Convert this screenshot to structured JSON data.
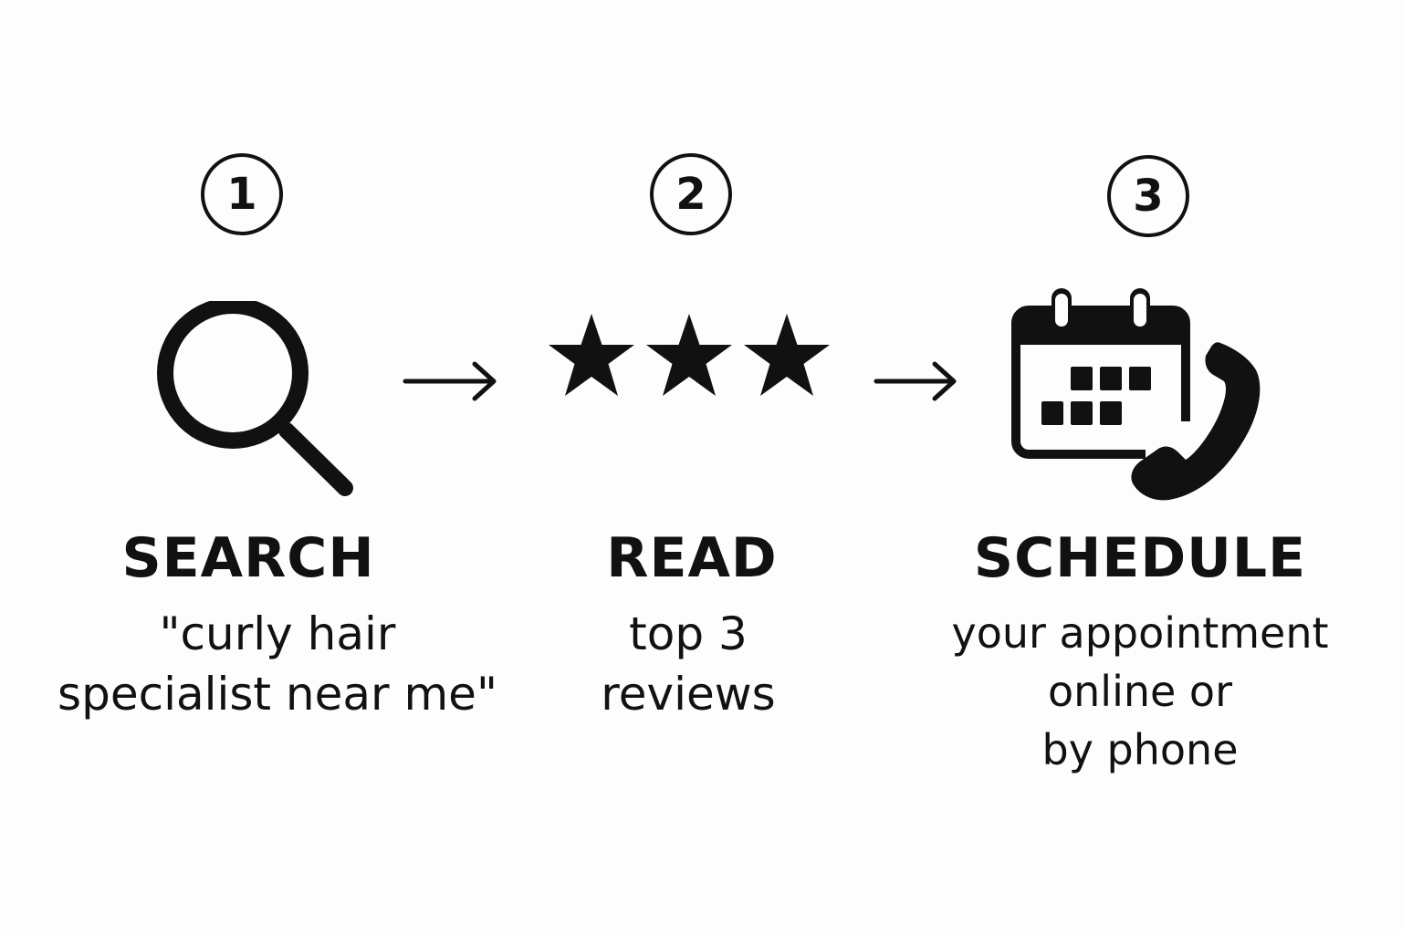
{
  "steps": [
    {
      "number": "1",
      "title": "SEARCH",
      "lines": [
        "\"curly hair",
        "specialist near me\""
      ],
      "icon": "search-icon"
    },
    {
      "number": "2",
      "title": "READ",
      "lines": [
        "top 3",
        "reviews"
      ],
      "icon": "star-icon"
    },
    {
      "number": "3",
      "title": "SCHEDULE",
      "lines": [
        "your appointment",
        "online or",
        "by phone"
      ],
      "icon": "calendar-phone-icon"
    }
  ],
  "arrows": [
    "arrow-right-icon",
    "arrow-right-icon"
  ],
  "colors": {
    "background": "#fdfdfd",
    "ink": "#111111"
  }
}
